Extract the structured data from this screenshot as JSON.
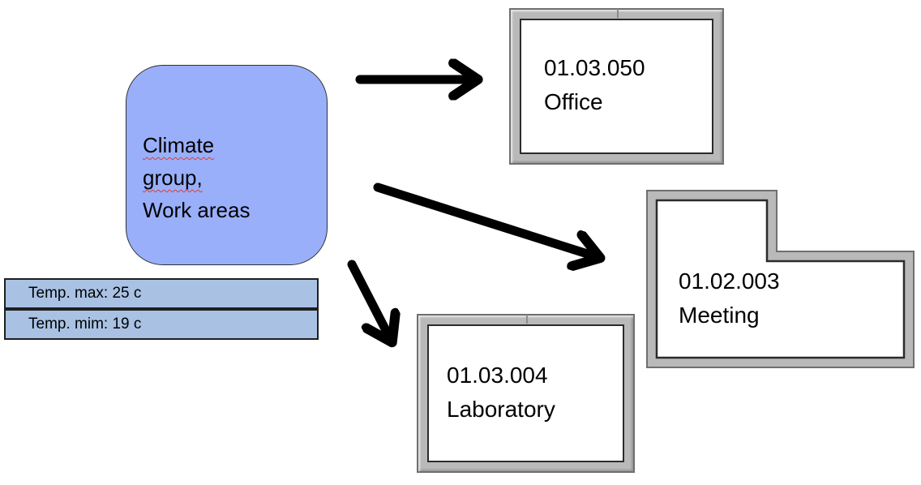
{
  "diagram": {
    "source_box": {
      "lines": [
        "Climate",
        "group,",
        "Work areas"
      ]
    },
    "temp_table": {
      "max_label": "Temp. max: 25 c",
      "min_label": "Temp. mim: 19 c"
    },
    "rooms": {
      "office": {
        "code": "01.03.050",
        "name": "Office"
      },
      "meeting": {
        "code": "01.02.003",
        "name": "Meeting"
      },
      "laboratory": {
        "code": "01.03.004",
        "name": "Laboratory"
      }
    },
    "colors": {
      "source_fill": "#9aaffa",
      "source_border": "#2f2f2f",
      "table_fill": "#a9c2e4",
      "table_border": "#1f1f1f",
      "wall_fill": "#b9b9b9",
      "wall_outer_line": "#6f6f6f",
      "wall_inner_line": "#2b2b2b",
      "arrow": "#000000",
      "spellcheck_underline": "#e03b2f"
    }
  }
}
